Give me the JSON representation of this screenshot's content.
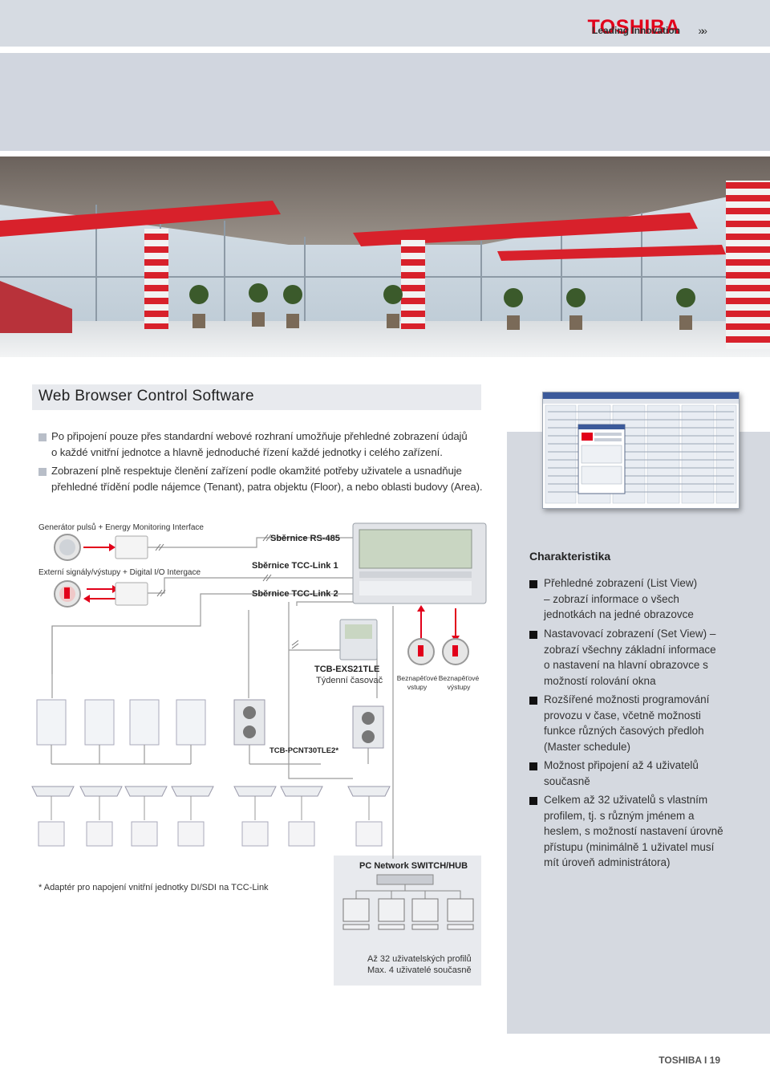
{
  "header": {
    "brand": "TOSHIBA",
    "tagline": "Leading Innovation",
    "tagline_mark": "»»",
    "brand_color": "#e2001a"
  },
  "section": {
    "title": "Web Browser Control Software",
    "paragraphs": [
      [
        "Po připojení pouze přes standardní webové rozhraní umožňuje přehledné zobrazení údajů",
        "o každé vnitřní jednotce a hlavně jednoduché řízení každé jednotky i celého zařízení."
      ],
      [
        "Zobrazení plně respektuje členění zařízení podle okamžité potřeby uživatele a usnadňuje",
        "přehledné třídění podle nájemce (Tenant), patra objektu (Floor), a nebo oblasti budovy (Area)."
      ]
    ]
  },
  "diagram": {
    "label_pulse": "Generátor pulsů + Energy Monitoring Interface",
    "label_external": "Externí signály/výstupy + Digital I/O Intergace",
    "bus_rs485": "Sběrnice RS-485",
    "bus_tcc1": "Sběrnice TCC-Link 1",
    "bus_tcc2": "Sběrnice TCC-Link 2",
    "timer_model": "TCB-EXS21TLE",
    "timer_desc": "Týdenní časovač",
    "input_label": [
      "Beznapěťové",
      "vstupy"
    ],
    "output_label": [
      "Beznapěťové",
      "výstupy"
    ],
    "adapter_model": "TCB-PCNT30TLE2*",
    "network_title": "PC Network SWITCH/HUB",
    "network_note": [
      "Až 32 uživatelských profilů",
      "Max. 4 uživatelé současně"
    ],
    "footnote": "* Adaptér pro napojení vnitřní jednotky DI/SDI na TCC-Link"
  },
  "features": {
    "title": "Charakteristika",
    "items": [
      [
        "Přehledné zobrazení (List View)",
        "– zobrazí informace o všech",
        "jednotkách na jedné obrazovce"
      ],
      [
        "Nastavovací zobrazení (Set View) –",
        "zobrazí všechny základní informace",
        "o nastavení na hlavní obrazovce s",
        "možností rolování okna"
      ],
      [
        "Rozšířené možnosti programování",
        "provozu v čase, včetně možnosti",
        "funkce různých časových předloh",
        "(Master schedule)"
      ],
      [
        "Možnost připojení až 4 uživatelů",
        "současně"
      ],
      [
        "Celkem až 32 uživatelů s vlastním",
        "profilem, tj. s různým jménem a",
        "heslem, s možností nastavení úrovně",
        "přístupu (minimálně 1 uživatel musí",
        "mít úroveň administrátora)"
      ]
    ]
  },
  "footer": {
    "brand": "TOSHIBA",
    "separator": "I",
    "page": "19"
  }
}
